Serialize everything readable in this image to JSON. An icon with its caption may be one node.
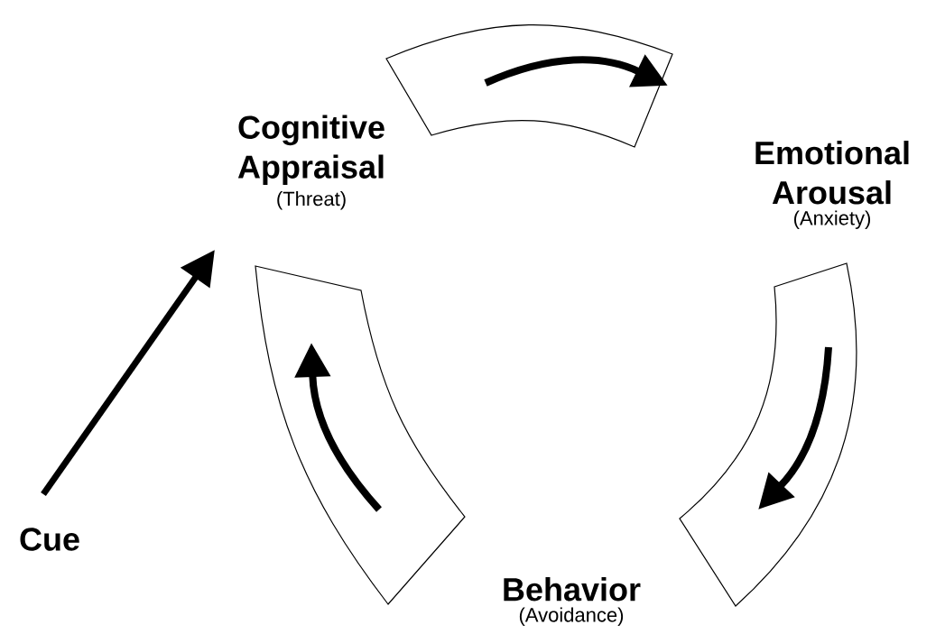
{
  "diagram": {
    "nodes": [
      {
        "text": [
          "Cognitive Appraisal",
          "(Threat)"
        ]
      },
      {
        "text": [],
        "shape": "band"
      },
      {
        "text": [
          "Emotional Arousal",
          "(Anxiety)"
        ]
      },
      {
        "text": [],
        "shape": "band"
      },
      {
        "text": [
          "Behavior",
          "(Avoidance)"
        ]
      },
      {
        "text": [],
        "shape": "band"
      },
      {
        "text": [
          "Cue"
        ]
      }
    ],
    "edges": [
      {
        "from": 6,
        "to": 0,
        "arrow": "to"
      }
    ]
  }
}
